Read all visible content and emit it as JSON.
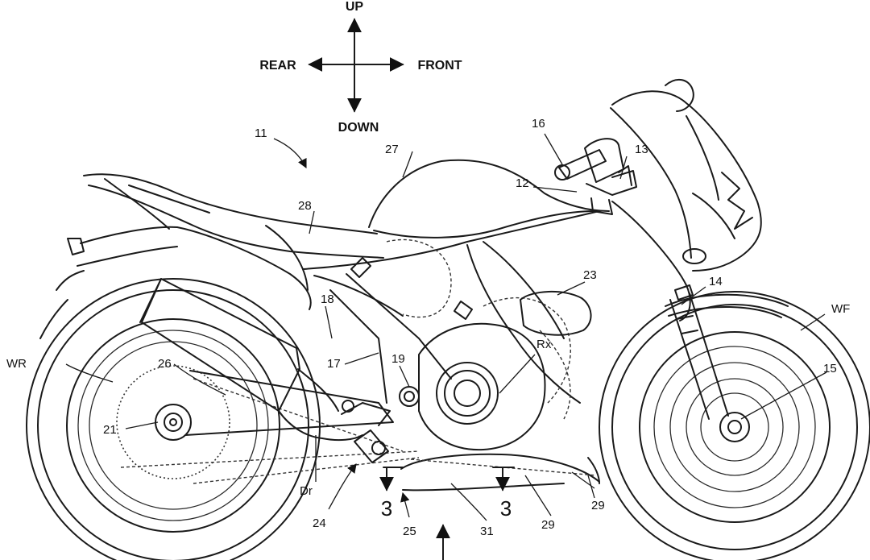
{
  "directions": {
    "up": "UP",
    "down": "DOWN",
    "rear": "REAR",
    "front": "FRONT"
  },
  "labels": {
    "l11": "11",
    "l12": "12",
    "l13": "13",
    "l14": "14",
    "l15": "15",
    "l16": "16",
    "l17": "17",
    "l18": "18",
    "l19": "19",
    "l21": "21",
    "l23": "23",
    "l24": "24",
    "l25": "25",
    "l26": "26",
    "l27": "27",
    "l28": "28",
    "l29a": "29",
    "l29b": "29",
    "l31": "31",
    "rx": "Rx",
    "dr": "Dr",
    "wf": "WF",
    "wr": "WR"
  },
  "section": {
    "left": "3",
    "right": "3"
  }
}
